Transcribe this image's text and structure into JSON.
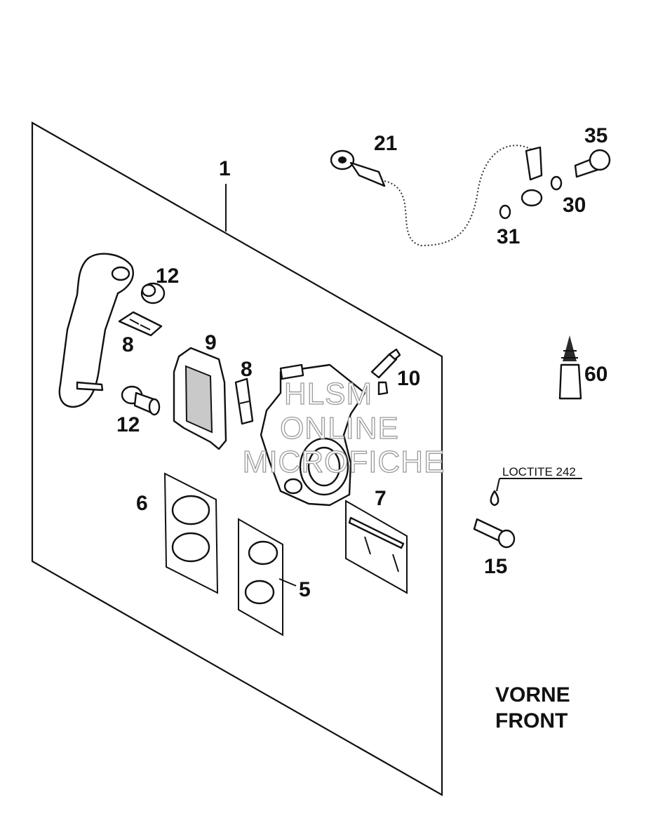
{
  "diagram": {
    "callouts": {
      "p1": "1",
      "p21": "21",
      "p35": "35",
      "p30": "30",
      "p31": "31",
      "p12a": "12",
      "p8a": "8",
      "p9": "9",
      "p8b": "8",
      "p10": "10",
      "p12b": "12",
      "p60": "60",
      "p6": "6",
      "p7": "7",
      "p5": "5",
      "p15": "15"
    },
    "loctite_note": "LOCTITE 242",
    "caption": {
      "line1": "VORNE",
      "line2": "FRONT"
    },
    "watermark": {
      "line1": "HLSM",
      "line2": "ONLINE",
      "line3": "MICROFICHE"
    }
  }
}
